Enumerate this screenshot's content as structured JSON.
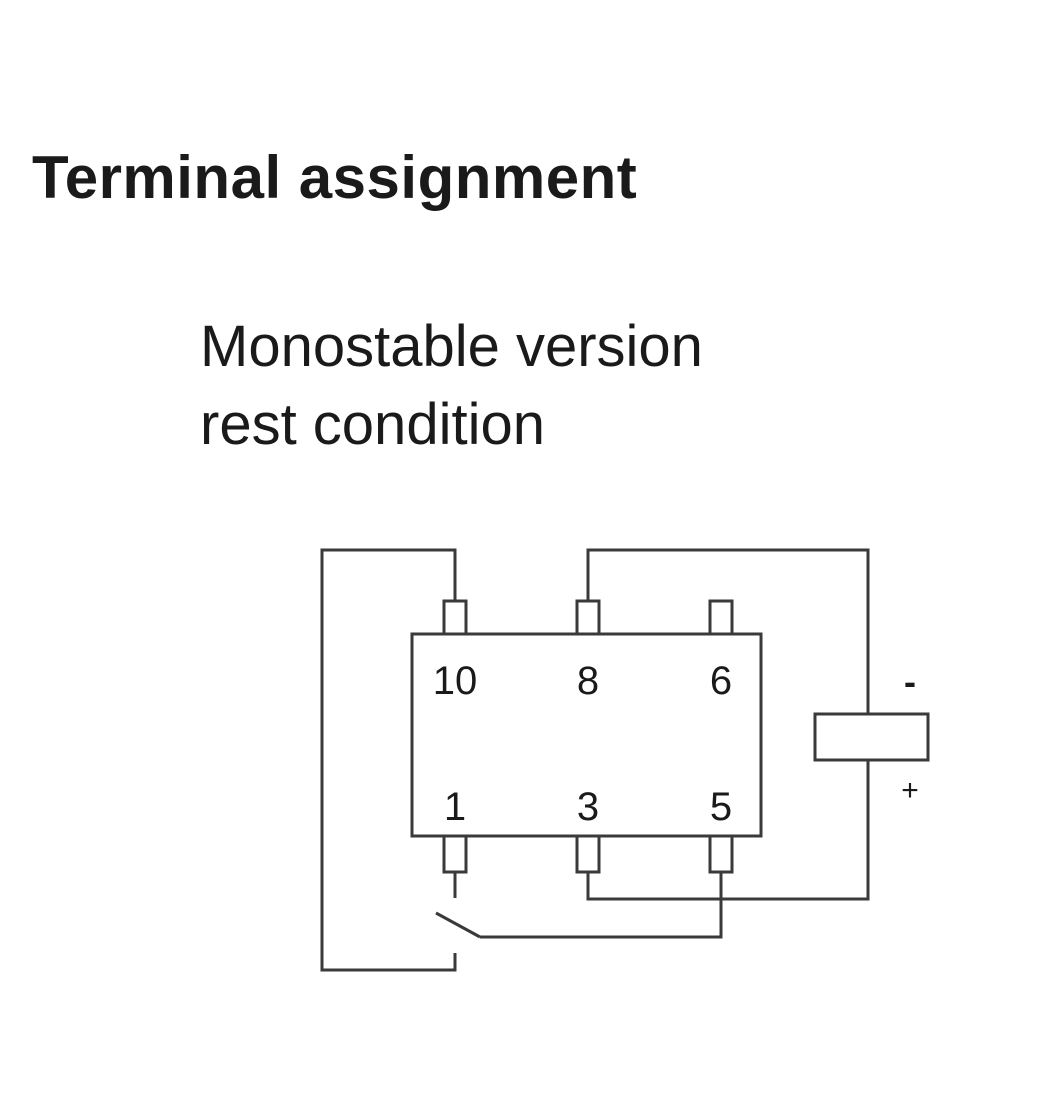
{
  "heading": "Terminal assignment",
  "subtitle": {
    "line1": "Monostable version",
    "line2": "rest condition"
  },
  "terminals": {
    "top": [
      "10",
      "8",
      "6"
    ],
    "bottom": [
      "1",
      "3",
      "5"
    ]
  },
  "coil": {
    "minus": "-",
    "plus": "+"
  },
  "colors": {
    "text": "#1a1a1a",
    "wire": "#3a3a3a"
  }
}
